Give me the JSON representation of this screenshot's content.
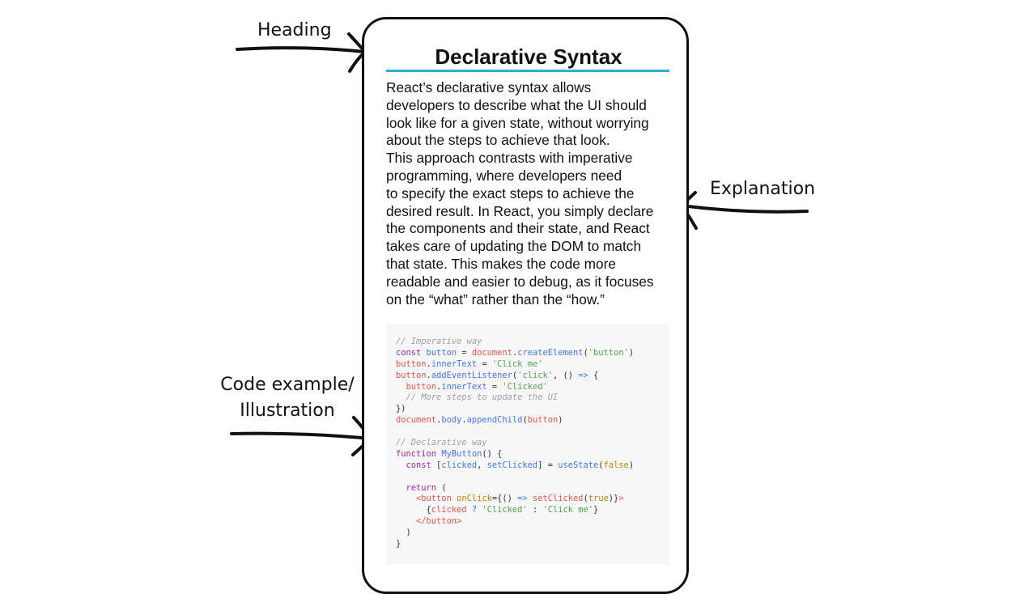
{
  "annotations": {
    "heading": "Heading",
    "explanation": "Explanation",
    "code_line1": "Code example/",
    "code_line2": "Illustration"
  },
  "card": {
    "title": "Declarative Syntax",
    "body": "React’s declarative syntax allows\ndevelopers to describe what the UI should\nlook like for a given state, without worrying\nabout the steps to achieve that look.\nThis approach contrasts with imperative\nprogramming, where developers need\nto specify the exact steps to achieve the\ndesired result. In React, you simply declare\nthe components and their state, and React\ntakes care of updating the DOM to match\nthat state. This makes the code more\nreadable and easier to debug, as it focuses\non the “what” rather than the “how.”",
    "code_lines": [
      [
        [
          "c",
          "// Imperative way"
        ]
      ],
      [
        [
          "k",
          "const "
        ],
        [
          "v",
          "button"
        ],
        [
          "p",
          " = "
        ],
        [
          "o",
          "document"
        ],
        [
          "p",
          "."
        ],
        [
          "v",
          "createElement"
        ],
        [
          "p",
          "("
        ],
        [
          "s",
          "'button'"
        ],
        [
          "p",
          ")"
        ]
      ],
      [
        [
          "o",
          "button"
        ],
        [
          "p",
          "."
        ],
        [
          "v",
          "innerText"
        ],
        [
          "p",
          " = "
        ],
        [
          "s",
          "'Click me'"
        ]
      ],
      [
        [
          "o",
          "button"
        ],
        [
          "p",
          "."
        ],
        [
          "v",
          "addEventListener"
        ],
        [
          "p",
          "("
        ],
        [
          "s",
          "'click'"
        ],
        [
          "p",
          ", () "
        ],
        [
          "v",
          "=>"
        ],
        [
          "p",
          " {"
        ]
      ],
      [
        [
          "p",
          "  "
        ],
        [
          "o",
          "button"
        ],
        [
          "p",
          "."
        ],
        [
          "v",
          "innerText"
        ],
        [
          "p",
          " = "
        ],
        [
          "s",
          "'Clicked'"
        ]
      ],
      [
        [
          "p",
          "  "
        ],
        [
          "c",
          "// More steps to update the UI"
        ]
      ],
      [
        [
          "p",
          "})"
        ]
      ],
      [
        [
          "o",
          "document"
        ],
        [
          "p",
          "."
        ],
        [
          "v",
          "body"
        ],
        [
          "p",
          "."
        ],
        [
          "v",
          "appendChild"
        ],
        [
          "p",
          "("
        ],
        [
          "o",
          "button"
        ],
        [
          "p",
          ")"
        ]
      ],
      [],
      [
        [
          "c",
          "// Declarative way"
        ]
      ],
      [
        [
          "k",
          "function "
        ],
        [
          "v",
          "MyButton"
        ],
        [
          "p",
          "() {"
        ]
      ],
      [
        [
          "p",
          "  "
        ],
        [
          "k",
          "const"
        ],
        [
          "p",
          " ["
        ],
        [
          "v",
          "clicked"
        ],
        [
          "p",
          ", "
        ],
        [
          "v",
          "setClicked"
        ],
        [
          "p",
          "] = "
        ],
        [
          "v",
          "useState"
        ],
        [
          "p",
          "("
        ],
        [
          "b",
          "false"
        ],
        [
          "p",
          ")"
        ]
      ],
      [],
      [
        [
          "p",
          "  "
        ],
        [
          "k",
          "return"
        ],
        [
          "p",
          " ("
        ]
      ],
      [
        [
          "p",
          "    "
        ],
        [
          "o",
          "<button "
        ],
        [
          "b",
          "onClick"
        ],
        [
          "p",
          "={() "
        ],
        [
          "v",
          "=>"
        ],
        [
          "p",
          " "
        ],
        [
          "o",
          "setClicked"
        ],
        [
          "p",
          "("
        ],
        [
          "b",
          "true"
        ],
        [
          "p",
          ")}"
        ],
        [
          "o",
          ">"
        ]
      ],
      [
        [
          "p",
          "      {"
        ],
        [
          "o",
          "clicked"
        ],
        [
          "p",
          " "
        ],
        [
          "v",
          "?"
        ],
        [
          "p",
          " "
        ],
        [
          "s",
          "'Clicked'"
        ],
        [
          "p",
          " : "
        ],
        [
          "s",
          "'Click me'"
        ],
        [
          "p",
          "}"
        ]
      ],
      [
        [
          "p",
          "    "
        ],
        [
          "o",
          "</button>"
        ]
      ],
      [
        [
          "p",
          "  )"
        ]
      ],
      [
        [
          "p",
          "}"
        ]
      ]
    ]
  }
}
